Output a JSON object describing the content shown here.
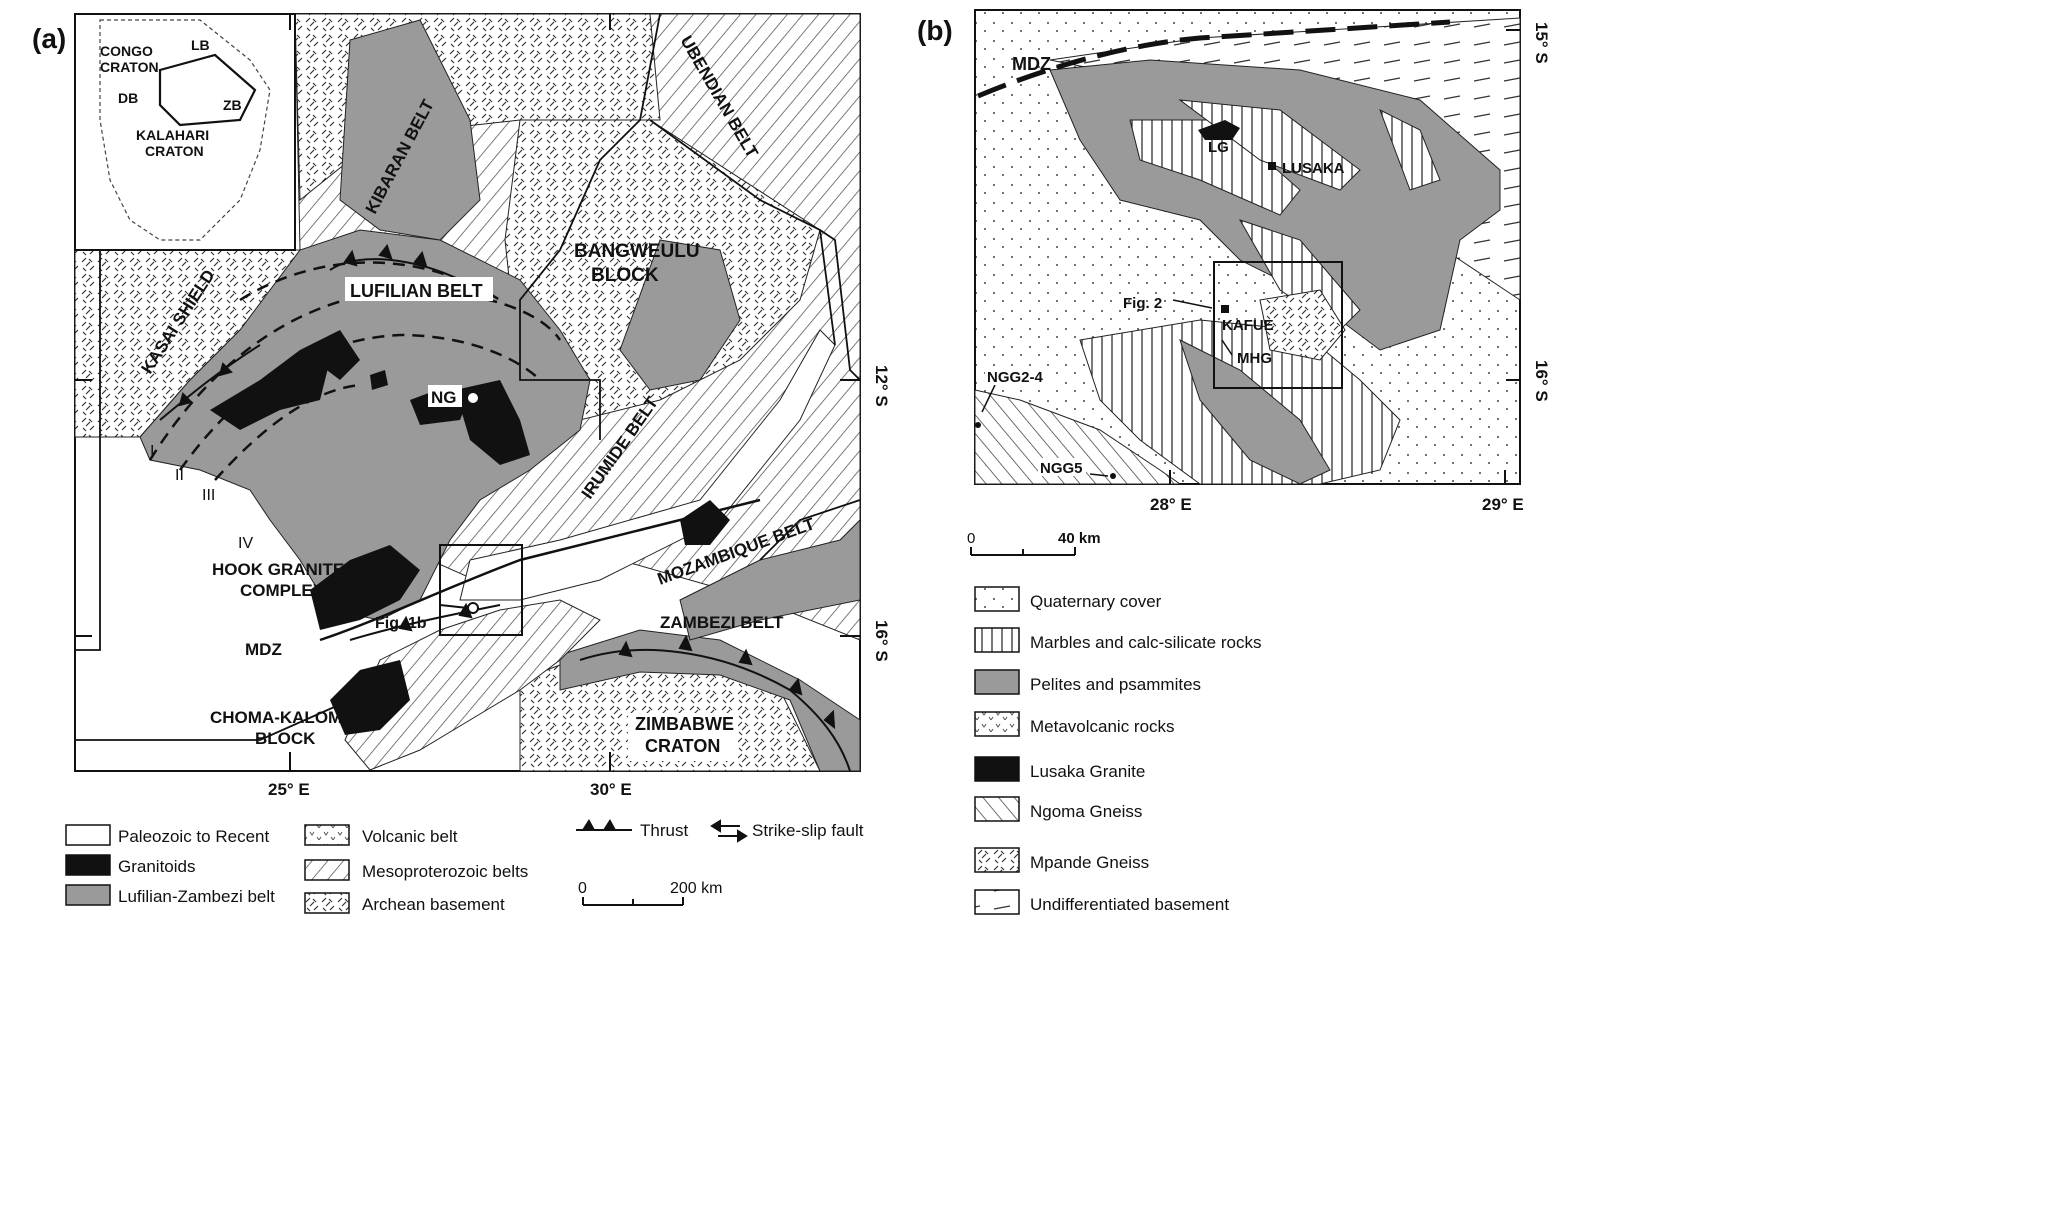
{
  "panel_a": {
    "letter": "(a)",
    "inset_labels": {
      "congo1": "CONGO",
      "congo2": "CRATON",
      "lb": "LB",
      "db": "DB",
      "zb": "ZB",
      "kal1": "KALAHARI",
      "kal2": "CRATON"
    },
    "labels": {
      "kibaran": "KIBARAN BELT",
      "ubendian": "UBENDIAN BELT",
      "lufilian": "LUFILIAN BELT",
      "bang1": "BANGWEULU",
      "bang2": "BLOCK",
      "kasai": "KASAI SHIELD",
      "irumide": "IRUMIDE BELT",
      "ng": "NG",
      "hook1": "HOOK GRANITE",
      "hook2": "COMPLEX",
      "mdz": "MDZ",
      "fig1b": "Fig. 1b",
      "choma1": "CHOMA-KALOMO",
      "choma2": "BLOCK",
      "mozambique": "MOZAMBIQUE BELT",
      "zambezi": "ZAMBEZI BELT",
      "zim1": "ZIMBABWE",
      "zim2": "CRATON",
      "z1": "I",
      "z2": "II",
      "z3": "III",
      "z4": "IV"
    },
    "axes": {
      "lon1": "25° E",
      "lon2": "30° E",
      "lat1": "12° S",
      "lat2": "16° S"
    },
    "legend": [
      {
        "label": "Paleozoic to Recent",
        "pattern": "white"
      },
      {
        "label": "Granitoids",
        "pattern": "black"
      },
      {
        "label": "Lufilian-Zambezi belt",
        "pattern": "grey"
      },
      {
        "label": "Volcanic belt",
        "pattern": "volcanic"
      },
      {
        "label": "Mesoproterozoic belts",
        "pattern": "diag"
      },
      {
        "label": "Archean basement",
        "pattern": "archean"
      }
    ],
    "symbols": {
      "thrust": "Thrust",
      "strike": "Strike-slip fault"
    },
    "scale": {
      "zero": "0",
      "end": "200 km"
    }
  },
  "panel_b": {
    "letter": "(b)",
    "labels": {
      "mdz": "MDZ",
      "lg": "LG",
      "lusaka": "LUSAKA",
      "fig2": "Fig. 2",
      "kafue": "KAFUE",
      "mhg": "MHG",
      "ngg24": "NGG2-4",
      "ngg5": "NGG5"
    },
    "axes": {
      "lat1": "15° S",
      "lat2": "16° S",
      "lon1": "28° E",
      "lon2": "29° E"
    },
    "scale": {
      "zero": "0",
      "end": "40 km"
    },
    "legend": [
      {
        "label": "Quaternary cover",
        "pattern": "dots"
      },
      {
        "label": "Marbles and calc-silicate rocks",
        "pattern": "vert"
      },
      {
        "label": "Pelites and psammites",
        "pattern": "grey"
      },
      {
        "label": "Metavolcanic rocks",
        "pattern": "volcanic"
      },
      {
        "label": "Lusaka Granite",
        "pattern": "black"
      },
      {
        "label": "Ngoma Gneiss",
        "pattern": "ngoma"
      },
      {
        "label": "Mpande Gneiss",
        "pattern": "archean"
      },
      {
        "label": "Undifferentiated basement",
        "pattern": "dash"
      }
    ]
  }
}
